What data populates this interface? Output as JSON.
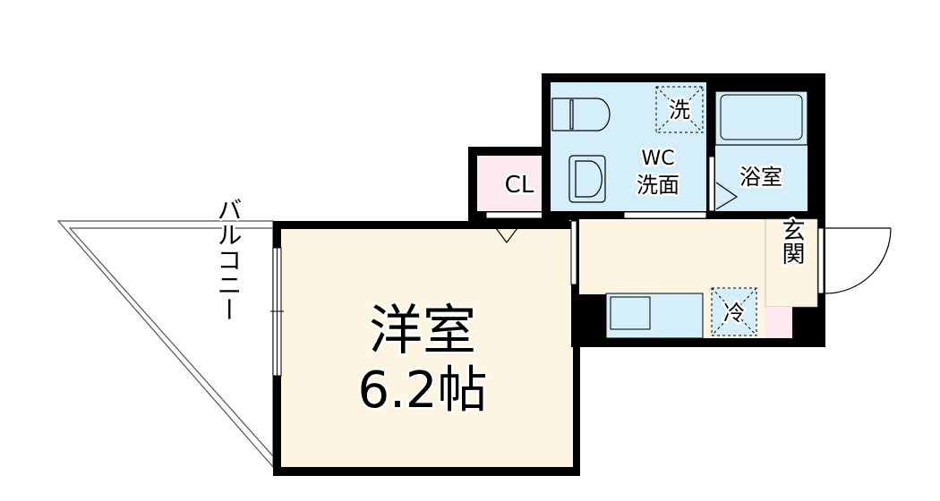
{
  "floorplan": {
    "rooms": {
      "western_room": {
        "name": "洋室",
        "size": "6.2帖"
      },
      "closet": {
        "name": "CL"
      },
      "wc_washroom": {
        "line1": "WC",
        "line2": "洗面"
      },
      "bathroom": {
        "name": "浴室"
      },
      "entrance": {
        "name": "玄関"
      },
      "balcony": {
        "name": "バルコニー"
      },
      "washer_space": {
        "name": "洗"
      },
      "fridge_space": {
        "name": "冷"
      }
    },
    "colors": {
      "wall": "#000000",
      "western_room": "#fdf5e1",
      "closet": "#fce8f0",
      "wet_area": "#d4eefa",
      "balcony": "#ffffff"
    }
  }
}
